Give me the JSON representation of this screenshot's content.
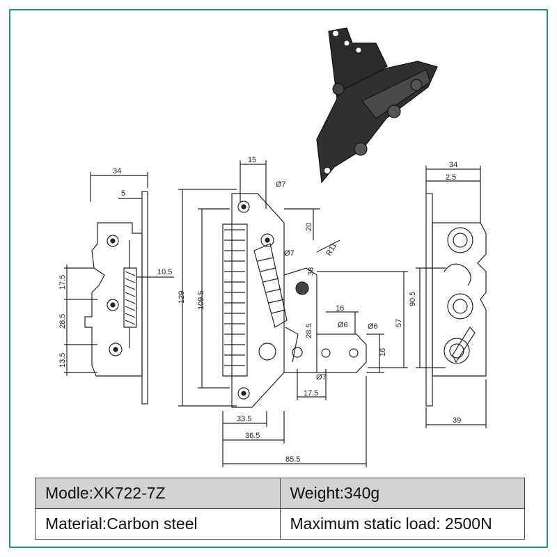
{
  "colors": {
    "frame": "#1a9a8a",
    "line": "#222222",
    "header_row": "#d3d3d3",
    "part": "#2b2b2b"
  },
  "icons": {
    "product_photo": "rotary-latch-photo-icon"
  },
  "left_view": {
    "dims": [
      "34",
      "5",
      "10.5",
      "17.5",
      "28.5",
      "13.5"
    ]
  },
  "front_view": {
    "dims": [
      "15",
      "Ø7",
      "20",
      "Ø7",
      "R11",
      "38",
      "129",
      "109.5",
      "16",
      "Ø6",
      "Ø6",
      "57",
      "90.5",
      "28.5",
      "16",
      "Ø7",
      "17.5",
      "33.5",
      "36.5",
      "85.5"
    ]
  },
  "right_view": {
    "dims": [
      "34",
      "2.5",
      "39"
    ]
  },
  "specs": {
    "model": "Modle:XK722-7Z",
    "weight": "Weight:340g",
    "material": "Material:Carbon steel",
    "load": "Maximum static load: 2500N"
  }
}
